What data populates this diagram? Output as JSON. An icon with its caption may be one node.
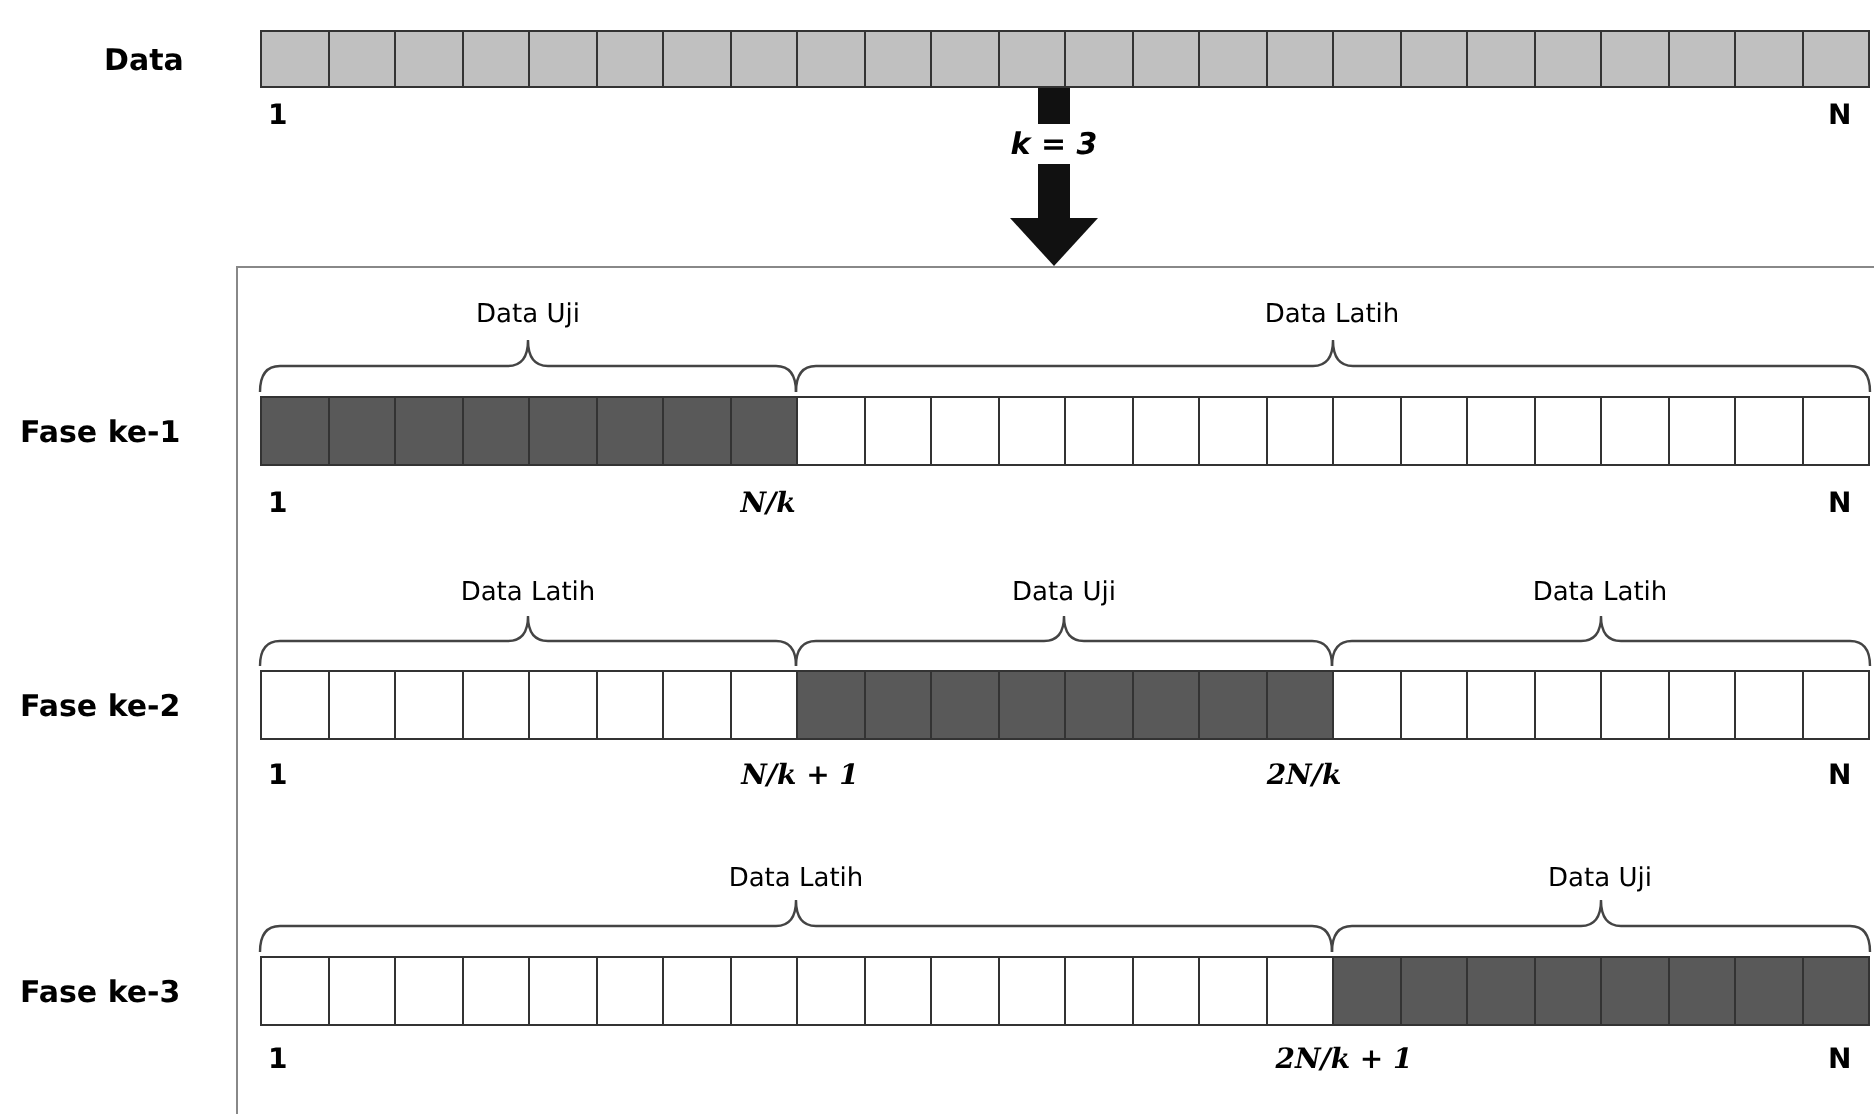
{
  "diagram": {
    "nodes": [
      {
        "text": [],
        "shape": "bar",
        "beside": [
          "Data",
          "1",
          "N"
        ]
      },
      {
        "text": [],
        "shape": "box"
      },
      {
        "text": [],
        "shape": "bar",
        "beside": [
          "Fase ke-1",
          "Data Uji",
          "Data Latih",
          "1",
          "N/k",
          "N"
        ],
        "in": 1
      },
      {
        "text": [],
        "shape": "bar",
        "beside": [
          "Fase ke-2",
          "Data Latih",
          "Data Uji",
          "Data Latih",
          "1",
          "N/k + 1",
          "2N/k",
          "N"
        ],
        "in": 1
      },
      {
        "text": [],
        "shape": "bar",
        "beside": [
          "Fase ke-3",
          "Data Latih",
          "Data Uji",
          "1",
          "2N/k + 1",
          "N"
        ],
        "in": 1
      }
    ],
    "edges": [
      {
        "from": 0,
        "to": 1,
        "arrow": "to",
        "label": "k = 3"
      }
    ]
  }
}
